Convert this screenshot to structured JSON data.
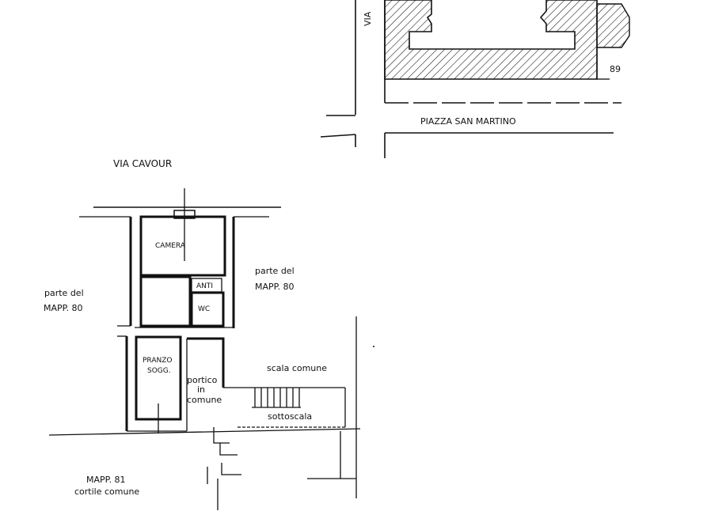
{
  "labels": {
    "via_vertical": "VIA",
    "piazza": "PIAZZA  SAN  MARTINO",
    "parcel_ref": "89",
    "via_cavour": "VIA  CAVOUR",
    "camera": "CAMERA",
    "anti": "ANTI",
    "wc": "WC",
    "pranzo": "PRANZO",
    "sogg": "SOGG.",
    "portico_1": "portico",
    "portico_2": "in",
    "portico_3": "comune",
    "scala": "scala  comune",
    "sottoscala": "sottoscala",
    "left_parte": "parte  del",
    "left_mapp": "MAPP. 80",
    "right_parte": "parte  del",
    "right_mapp": "MAPP. 80",
    "bottom_mapp": "MAPP. 81",
    "bottom_cortile": "cortile  comune"
  }
}
